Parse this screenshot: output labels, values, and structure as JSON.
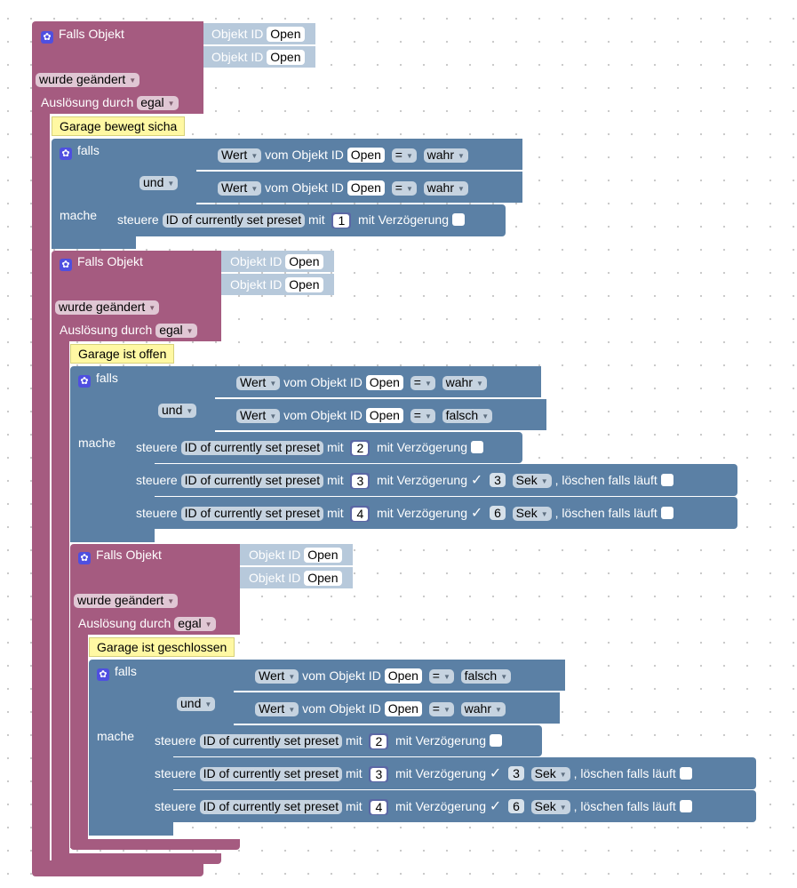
{
  "labels": {
    "event": "Falls Objekt",
    "object_id": "Objekt ID",
    "object_value": "Open",
    "changed": "wurde geändert",
    "trigger": "Auslösung durch",
    "any": "egal",
    "if": "falls",
    "and": "und",
    "do": "mache",
    "value": "Wert",
    "of_object": "vom Objekt ID",
    "eq": "=",
    "true": "wahr",
    "false": "falsch",
    "control": "steuere",
    "preset": "ID of currently set preset",
    "with": "mit",
    "delay": "mit Verzögerung",
    "unit": "Sek",
    "clear_running": ", löschen falls läuft",
    "tick": "✓"
  },
  "handlers": [
    {
      "comment": "Garage bewegt sicha",
      "cond1": "wahr",
      "cond2": "wahr",
      "actions": [
        {
          "value": "1"
        }
      ]
    },
    {
      "comment": "Garage ist offen",
      "cond1": "wahr",
      "cond2": "falsch",
      "actions": [
        {
          "value": "2"
        },
        {
          "value": "3",
          "delay": "3"
        },
        {
          "value": "4",
          "delay": "6"
        }
      ]
    },
    {
      "comment": "Garage ist geschlossen",
      "cond1": "falsch",
      "cond2": "wahr",
      "actions": [
        {
          "value": "2"
        },
        {
          "value": "3",
          "delay": "3"
        },
        {
          "value": "4",
          "delay": "6"
        }
      ]
    }
  ],
  "colors": {
    "event": "#a55b80",
    "logic": "#5b80a5",
    "object": "#b7c9db",
    "comment": "#fff8a3",
    "number": "#5b67a5"
  }
}
